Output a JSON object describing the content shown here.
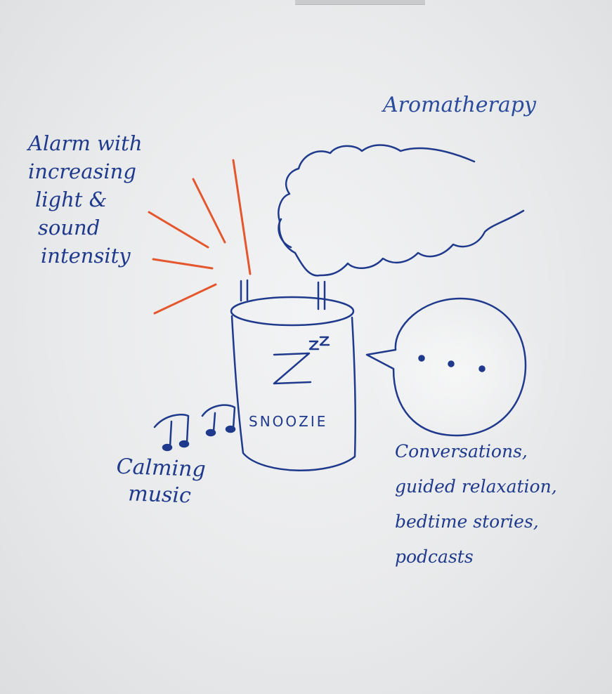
{
  "board": {
    "colors": {
      "ink_blue": "#1f3a8c",
      "ink_orange": "#e4572e",
      "surface": "#eceded"
    }
  },
  "device": {
    "name": "SNOOZIE"
  },
  "notes": {
    "alarm": {
      "lines": [
        "Alarm with",
        "increasing",
        "light &",
        "sound",
        "intensity"
      ]
    },
    "aromatherapy": {
      "text": "Aromatherapy"
    },
    "music": {
      "lines": [
        "Calming",
        "music"
      ]
    },
    "conversation": {
      "lines": [
        "Conversations,",
        "guided relaxation,",
        "bedtime stories,",
        "podcasts"
      ]
    }
  }
}
